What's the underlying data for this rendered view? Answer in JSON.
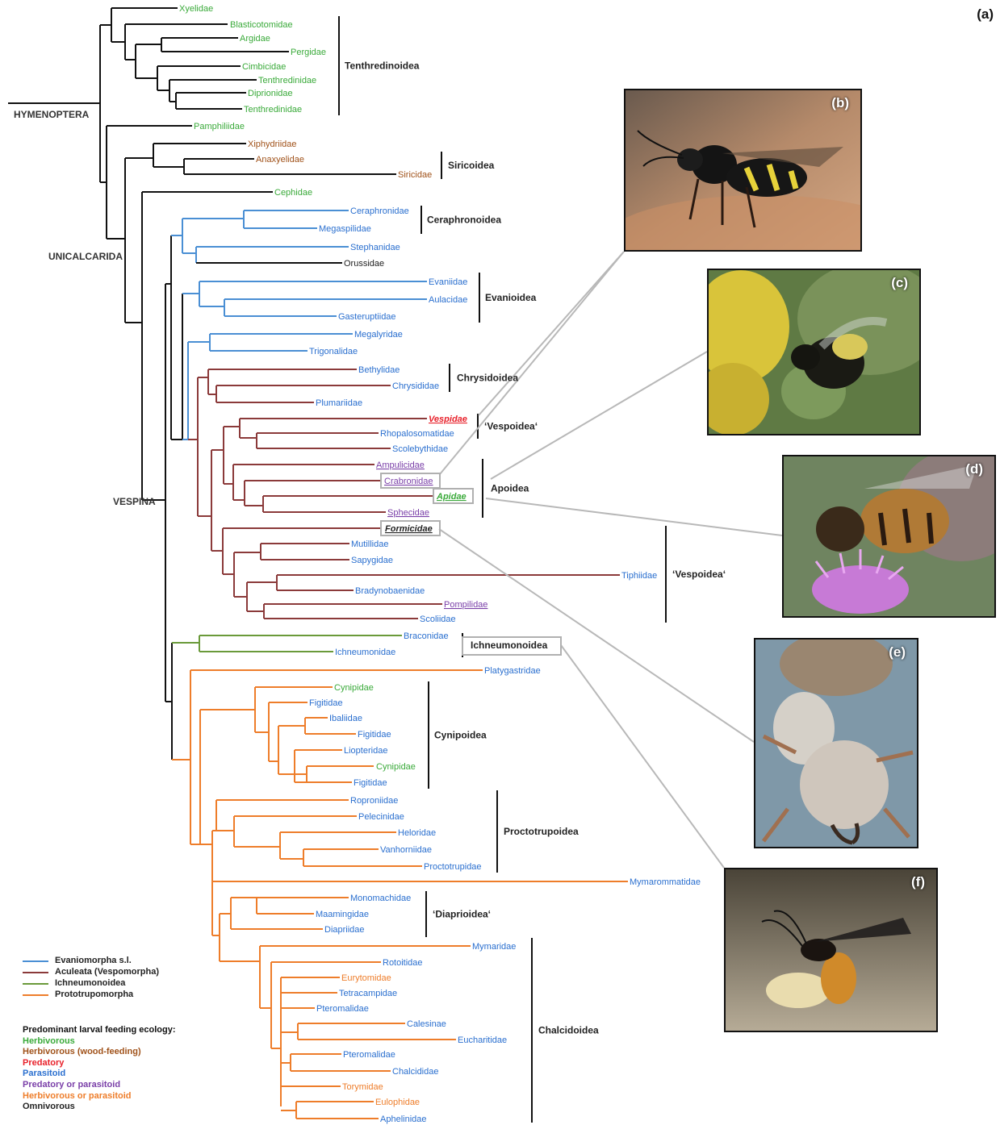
{
  "panel_label": "(a)",
  "colors": {
    "black": "#111111",
    "blue": "#4a8fd4",
    "maroon": "#8b3a3a",
    "green": "#6a9a3a",
    "orange": "#ee7d2a",
    "text_green": "#3aaa3a",
    "text_brown": "#a0521a",
    "text_red": "#e8202a",
    "text_blue": "#2a6fcf",
    "text_purple": "#7a3fa8",
    "text_orange": "#ee7d2a",
    "text_black": "#222222",
    "box_grey": "#b0b0b0"
  },
  "clades": {
    "hymenoptera": "HYMENOPTERA",
    "unicalcarida": "UNICALCARIDA",
    "vespina": "VESPINA"
  },
  "taxa": {
    "xyelidae": "Xyelidae",
    "blasticotomidae": "Blasticotomidae",
    "argidae": "Argidae",
    "pergidae": "Pergidae",
    "cimbicidae": "Cimbicidae",
    "tenthredinidae_1": "Tenthredinidae",
    "diprionidae": "Diprionidae",
    "tenthredinidae_2": "Tenthredinidae",
    "pamphiliidae": "Pamphiliidae",
    "xiphydriidae": "Xiphydriidae",
    "anaxyelidae": "Anaxyelidae",
    "siricidae": "Siricidae",
    "cephidae": "Cephidae",
    "ceraphronidae": "Ceraphronidae",
    "megaspilidae": "Megaspilidae",
    "stephanidae": "Stephanidae",
    "orussidae": "Orussidae",
    "evaniidae": "Evaniidae",
    "aulacidae": "Aulacidae",
    "gasteruptiidae": "Gasteruptiidae",
    "megalyridae": "Megalyridae",
    "trigonalidae": "Trigonalidae",
    "bethylidae": "Bethylidae",
    "chrysididae": "Chrysididae",
    "plumariidae": "Plumariidae",
    "vespidae": "Vespidae",
    "rhopalosomatidae": "Rhopalosomatidae",
    "scolebythidae": "Scolebythidae",
    "ampulicidae": "Ampulicidae",
    "crabronidae": "Crabronidae",
    "apidae": "Apidae",
    "sphecidae": "Sphecidae",
    "formicidae": "Formicidae",
    "mutillidae": "Mutillidae",
    "sapygidae": "Sapygidae",
    "tiphiidae": "Tiphiidae",
    "bradynobaenidae": "Bradynobaenidae",
    "pompilidae": "Pompilidae",
    "scoliidae": "Scoliidae",
    "braconidae": "Braconidae",
    "ichneumonidae": "Ichneumonidae",
    "platygastridae": "Platygastridae",
    "cynipidae_1": "Cynipidae",
    "figitidae_1": "Figitidae",
    "ibaliidae": "Ibaliidae",
    "figitidae_2": "Figitidae",
    "liopteridae": "Liopteridae",
    "cynipidae_2": "Cynipidae",
    "figitidae_3": "Figitidae",
    "roproniidae": "Roproniidae",
    "pelecinidae": "Pelecinidae",
    "heloridae": "Heloridae",
    "vanhorniidae": "Vanhorniidae",
    "proctotrupidae": "Proctotrupidae",
    "mymarommatidae": "Mymarommatidae",
    "monomachidae": "Monomachidae",
    "maamingidae": "Maamingidae",
    "diapriidae": "Diapriidae",
    "mymaridae": "Mymaridae",
    "rotoitidae": "Rotoitidae",
    "eurytomidae": "Eurytomidae",
    "tetracampidae": "Tetracampidae",
    "pteromalidae_1": "Pteromalidae",
    "calesinae": "Calesinae",
    "eucharitidae": "Eucharitidae",
    "pteromalidae_2": "Pteromalidae",
    "chalcididae": "Chalcididae",
    "torymidae": "Torymidae",
    "eulophidae": "Eulophidae",
    "aphelinidae": "Aphelinidae"
  },
  "superfamilies": {
    "tenthredinoidea": "Tenthredinoidea",
    "siricoidea": "Siricoidea",
    "ceraphronoidea": "Ceraphronoidea",
    "evanioidea": "Evanioidea",
    "chrysidoidea": "Chrysidoidea",
    "vespoidea_1": "‘Vespoidea‘",
    "apoidea": "Apoidea",
    "vespoidea_2": "‘Vespoidea‘",
    "ichneumonoidea": "Ichneumonoidea",
    "cynipoidea": "Cynipoidea",
    "proctotrupoidea": "Proctotrupoidea",
    "diaprioidea": "‘Diaprioidea‘",
    "chalcidoidea": "Chalcidoidea"
  },
  "legend": {
    "lineages": [
      {
        "label": "Evaniomorpha s.l.",
        "color": "#4a8fd4"
      },
      {
        "label": "Aculeata (Vespomorpha)",
        "color": "#8b3a3a"
      },
      {
        "label": "Ichneumonoidea",
        "color": "#6a9a3a"
      },
      {
        "label": "Prototrupomorpha",
        "color": "#ee7d2a"
      }
    ],
    "ecology_title": "Predominant larval feeding ecology:",
    "ecology": [
      {
        "label": "Herbivorous",
        "color": "#3aaa3a"
      },
      {
        "label": "Herbivorous (wood-feeding)",
        "color": "#a0521a"
      },
      {
        "label": "Predatory",
        "color": "#e8202a"
      },
      {
        "label": "Parasitoid",
        "color": "#2a6fcf"
      },
      {
        "label": "Predatory or parasitoid",
        "color": "#7a3fa8"
      },
      {
        "label": "Herbivorous or parasitoid",
        "color": "#ee7d2a"
      },
      {
        "label": "Omnivorous",
        "color": "#222222"
      }
    ]
  },
  "photos": [
    {
      "label": "(b)",
      "subject": "wasp-photo"
    },
    {
      "label": "(c)",
      "subject": "bumblebee-photo"
    },
    {
      "label": "(d)",
      "subject": "honeybee-photo"
    },
    {
      "label": "(e)",
      "subject": "ant-photo"
    },
    {
      "label": "(f)",
      "subject": "parasitoid-wasp-photo"
    }
  ]
}
